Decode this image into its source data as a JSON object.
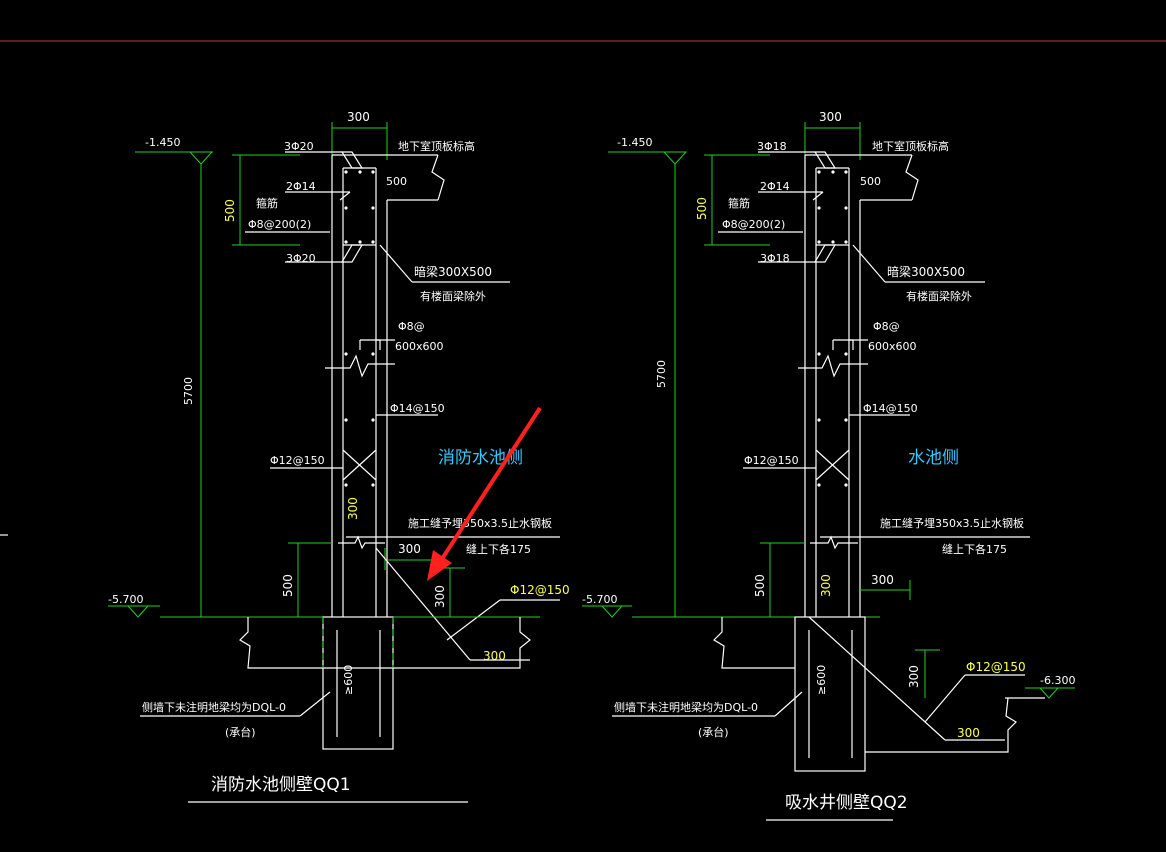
{
  "colors": {
    "background": "#000000",
    "linework": "#ffffff",
    "dimension": "#1fd11f",
    "annotation_yellow": "#ffff55",
    "side_label": "#33c8ff",
    "arrow": "#ff2020",
    "top_border": "#c83a3a"
  },
  "left": {
    "title": "消防水池侧壁QQ1",
    "elev_top": "-1.450",
    "elev_bottom": "-5.700",
    "dim_300_top": "300",
    "dim_500_upper": "500",
    "dim_5700": "5700",
    "dim_500_lower": "500",
    "dim_300_a": "300",
    "dim_300_b": "300",
    "dim_300_c": "300",
    "dim_300_d": "300",
    "dim_600": "≥600",
    "rebar_top": "3Φ20",
    "rebar_mid": "2Φ14",
    "rebar_bot": "3Φ20",
    "stirrup_label": "箍筋",
    "stirrup_value": "Φ8@200(2)",
    "slab_label": "地下室顶板标高",
    "slab_500": "500",
    "beam_line1": "暗梁300X500",
    "beam_line2": "有楼面梁除外",
    "tie_line1": "Φ8@",
    "tie_line2": "600x600",
    "bar_14": "Φ14@150",
    "bar_12_left": "Φ12@150",
    "bar_12_right": "Φ12@150",
    "side_label": "消防水池侧",
    "joint_line1": "施工缝予埋350x3.5止水钢板",
    "joint_line2": "缝上下各175",
    "foot_note1": "侧墙下未注明地梁均为DQL-0",
    "foot_note2": "(承台)"
  },
  "right": {
    "title": "吸水井侧壁QQ2",
    "elev_top": "-1.450",
    "elev_bottom": "-5.700",
    "elev_pit": "-6.300",
    "dim_300_top": "300",
    "dim_500_upper": "500",
    "dim_5700": "5700",
    "dim_500_lower": "500",
    "dim_300_a": "300",
    "dim_300_b": "300",
    "dim_300_c": "300",
    "dim_300_d": "300",
    "dim_600": "≥600",
    "rebar_top": "3Φ18",
    "rebar_mid": "2Φ14",
    "rebar_bot": "3Φ18",
    "stirrup_label": "箍筋",
    "stirrup_value": "Φ8@200(2)",
    "slab_label": "地下室顶板标高",
    "slab_500": "500",
    "beam_line1": "暗梁300X500",
    "beam_line2": "有楼面梁除外",
    "tie_line1": "Φ8@",
    "tie_line2": "600x600",
    "bar_14": "Φ14@150",
    "bar_12_left": "Φ12@150",
    "bar_12_right": "Φ12@150",
    "side_label": "水池侧",
    "joint_line1": "施工缝予埋350x3.5止水钢板",
    "joint_line2": "缝上下各175",
    "foot_note1": "侧墙下未注明地梁均为DQL-0",
    "foot_note2": "(承台)"
  }
}
